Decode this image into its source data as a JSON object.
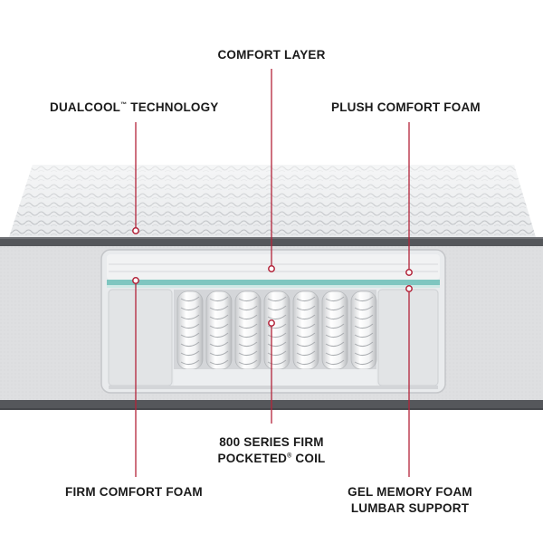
{
  "labels": {
    "comfort_layer": "COMFORT LAYER",
    "dualcool_name": "DUALCOOL",
    "dualcool_mark": "™",
    "dualcool_rest": " TECHNOLOGY",
    "plush_comfort_foam": "PLUSH COMFORT FOAM",
    "coil_line1": "800 SERIES FIRM",
    "coil_line2_name": "POCKETED",
    "coil_line2_mark": "®",
    "coil_line2_rest": " COIL",
    "firm_comfort_foam": "FIRM COMFORT FOAM",
    "gel_line1": "GEL MEMORY FOAM",
    "gel_line2": "LUMBAR SUPPORT"
  },
  "colors": {
    "callout_line": "#b3243a",
    "text": "#1a1a1a",
    "cool_band": "#7fc6c0",
    "border_dark": "#55575b",
    "quilt": "#e4e6e8",
    "side_panel": "#dfe0e2",
    "cutaway_bg": "#eef0f2"
  }
}
